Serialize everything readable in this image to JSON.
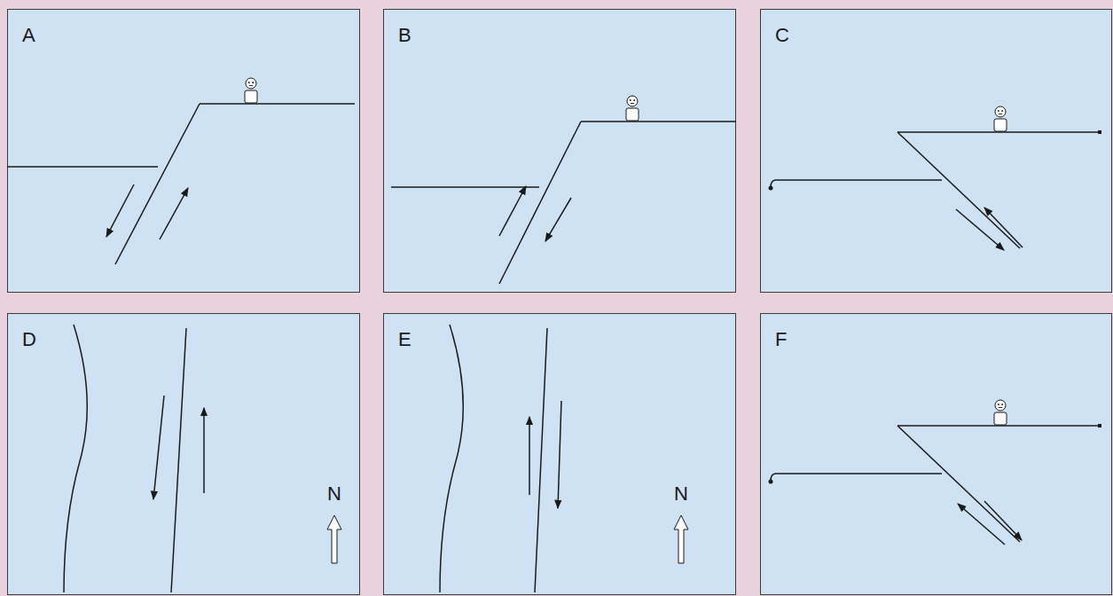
{
  "diagram": {
    "nodes": [
      {
        "text": [
          "A"
        ]
      },
      {
        "text": [
          "B"
        ]
      },
      {
        "text": [
          "C"
        ]
      },
      {
        "text": [
          "D"
        ]
      },
      {
        "text": [
          "E"
        ]
      },
      {
        "text": [
          "F"
        ]
      }
    ],
    "labels": [
      "N",
      "N"
    ]
  }
}
